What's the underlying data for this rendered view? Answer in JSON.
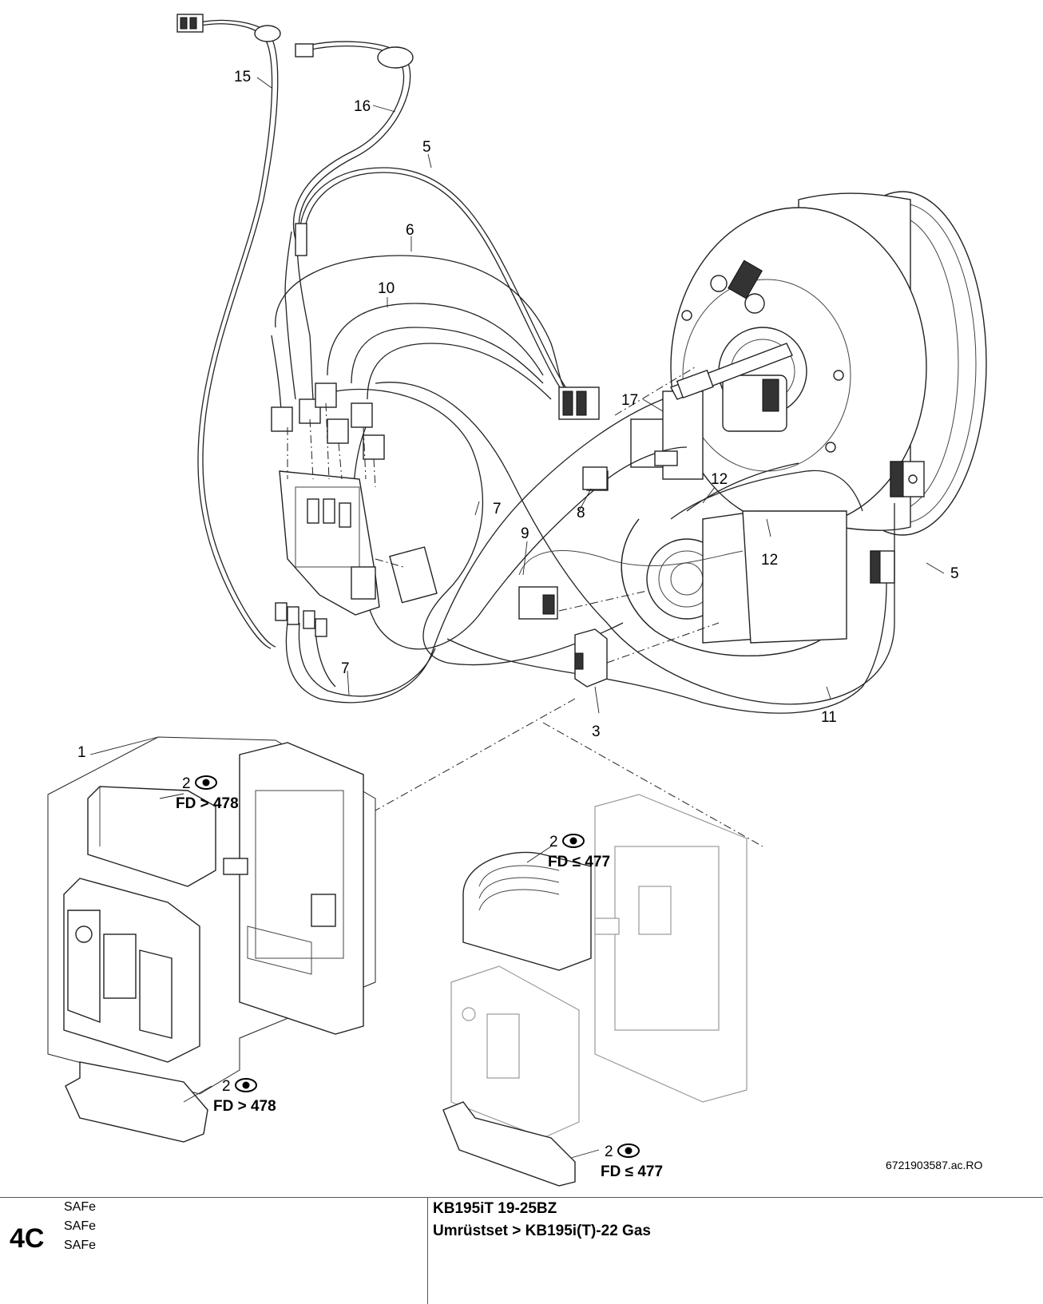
{
  "callouts": {
    "c1": "1",
    "c2a": "2",
    "c2b": "2",
    "c2c": "2",
    "c2d": "2",
    "c3": "3",
    "c5a": "5",
    "c5b": "5",
    "c6": "6",
    "c7a": "7",
    "c7b": "7",
    "c8": "8",
    "c9": "9",
    "c10": "10",
    "c11": "11",
    "c12a": "12",
    "c12b": "12",
    "c15": "15",
    "c16": "16",
    "c17": "17"
  },
  "fd_labels": {
    "gt478_top": "FD > 478",
    "le477_top": "FD ≤ 477",
    "gt478_bottom": "FD > 478",
    "le477_bottom": "FD ≤ 477"
  },
  "drawing_ref": "6721903587.ac.RO",
  "footer": {
    "page_code": "4C",
    "labels": [
      "SAFe",
      "SAFe",
      "SAFe"
    ],
    "model_line1": "KB195iT 19-25BZ",
    "model_line2": "Umrüstset > KB195i(T)-22 Gas"
  },
  "icons": [
    "eye-icon"
  ]
}
